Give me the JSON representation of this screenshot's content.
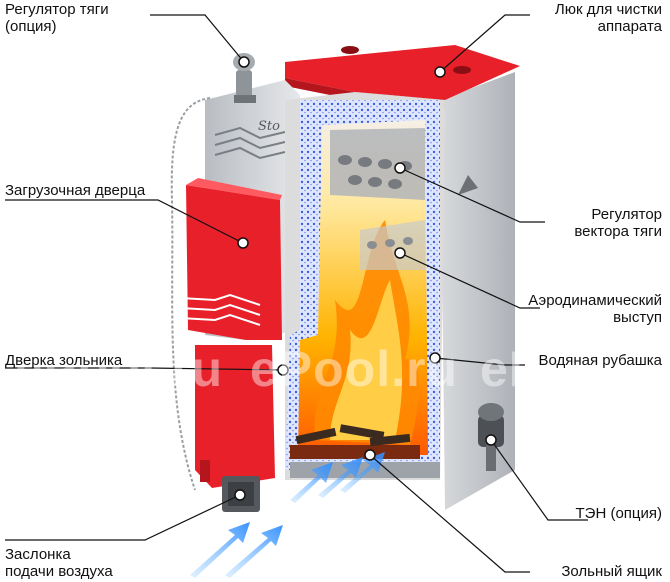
{
  "labels": {
    "draft_regulator": {
      "line1": "Регулятор тяги",
      "line2": "(опция)"
    },
    "cleaning_hatch": {
      "line1": "Люк для чистки",
      "line2": "аппарата"
    },
    "loading_door": "Загрузочная дверца",
    "draft_vector_regulator": {
      "line1": "Регулятор",
      "line2": "вектора тяги"
    },
    "aerodynamic_ledge": {
      "line1": "Аэродинамический",
      "line2": "выступ"
    },
    "water_jacket": "Водяная рубашка",
    "ash_door": "Дверка зольника",
    "heating_element": "ТЭН (опция)",
    "air_damper": {
      "line1": "Заслонка",
      "line2": "подачи воздуха"
    },
    "ash_pan": "Зольный ящик"
  },
  "boiler_logo": "Sto",
  "watermark": "ePool.ru",
  "colors": {
    "red": "#e8202a",
    "red_dark": "#b5151c",
    "steel": "#cfd2d6",
    "steel_dark": "#9ea3a9",
    "water": "#4a6fe0",
    "flame": "#ffb000",
    "leader": "#111111"
  }
}
